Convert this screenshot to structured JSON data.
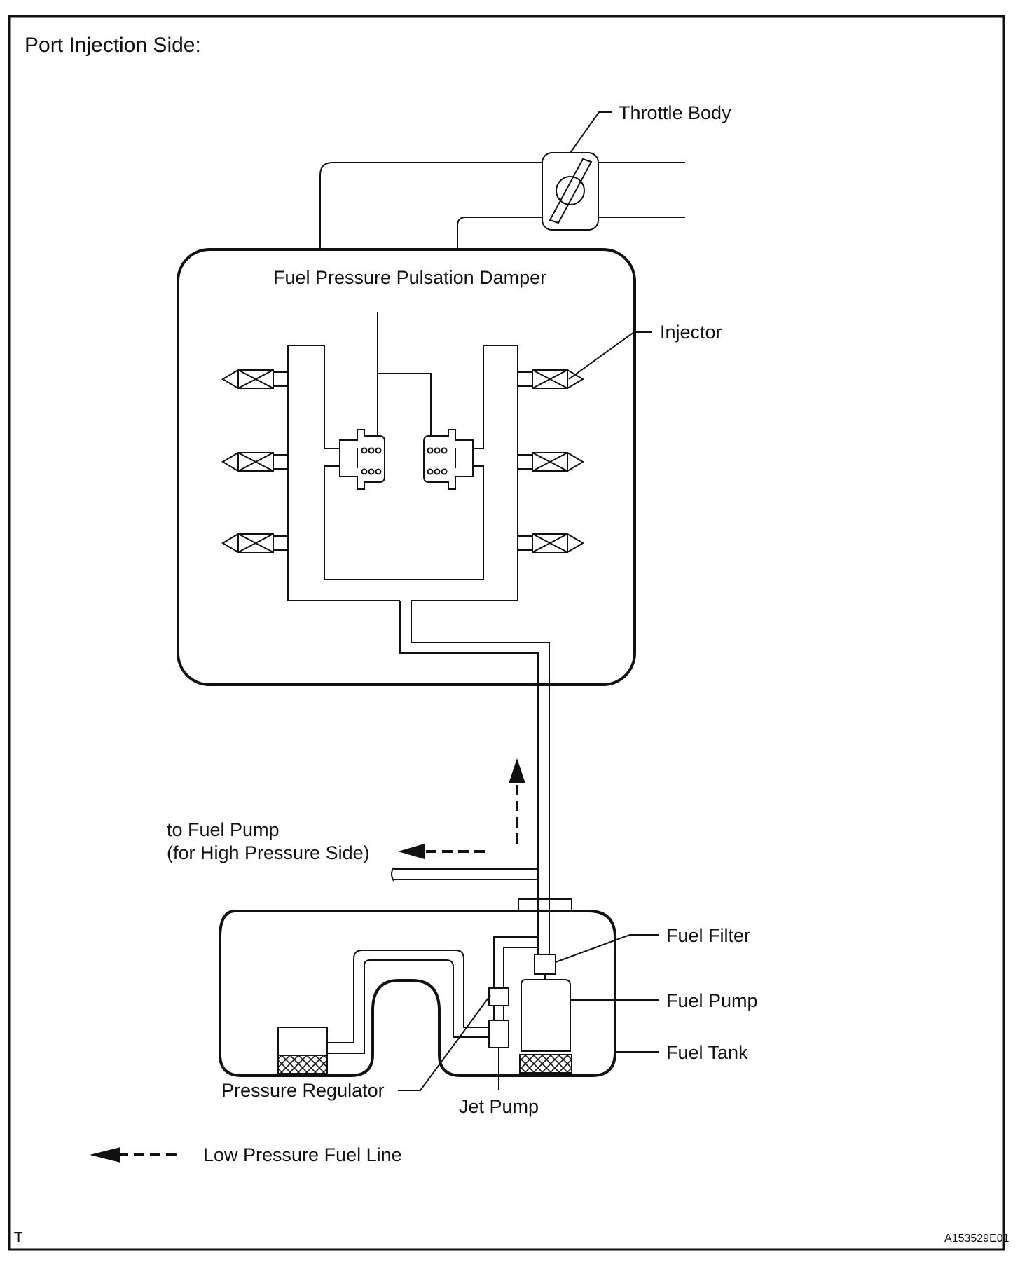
{
  "title": "Port Injection Side:",
  "labels": {
    "throttle_body": "Throttle Body",
    "damper": "Fuel Pressure Pulsation Damper",
    "injector": "Injector",
    "to_fuel_pump_line1": "to Fuel Pump",
    "to_fuel_pump_line2": "(for High Pressure Side)",
    "fuel_filter": "Fuel Filter",
    "fuel_pump": "Fuel Pump",
    "fuel_tank": "Fuel Tank",
    "pressure_regulator": "Pressure Regulator",
    "jet_pump": "Jet Pump"
  },
  "legend": {
    "low_pressure_line": "Low Pressure Fuel Line"
  },
  "corner_mark": "T",
  "figure_code": "A153529E01"
}
